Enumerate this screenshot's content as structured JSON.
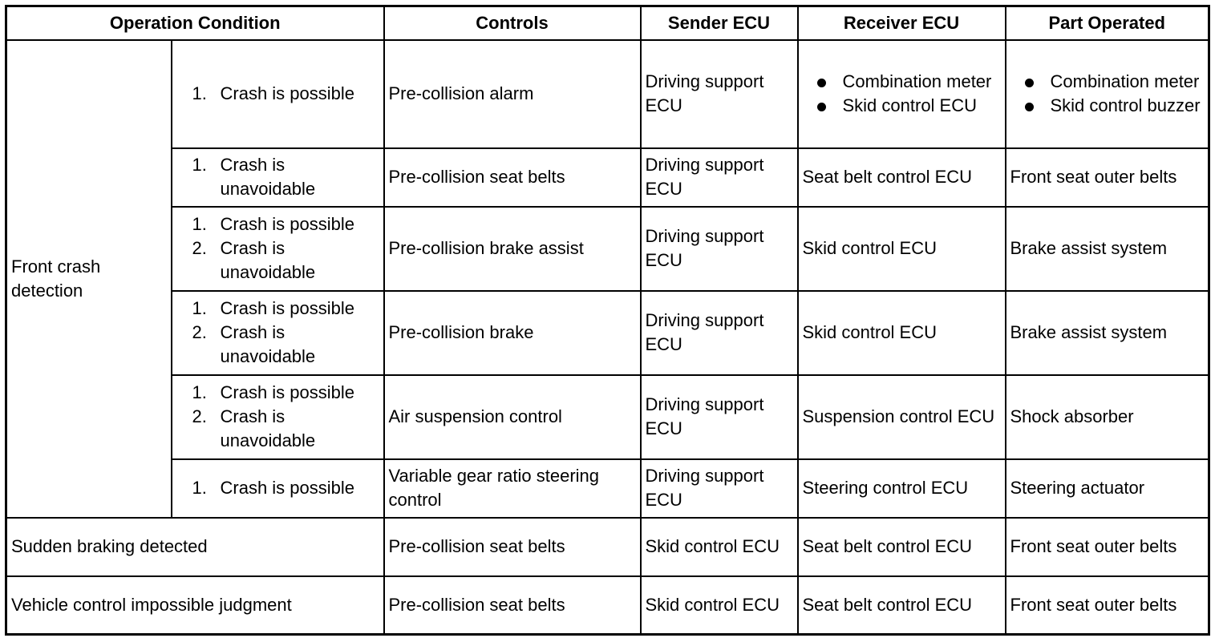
{
  "headers": [
    "Operation Condition",
    "Controls",
    "Sender ECU",
    "Receiver ECU",
    "Part Operated"
  ],
  "front_group": "Front crash detection",
  "rows": [
    {
      "conditions": [
        "Crash is possible"
      ],
      "control": "Pre-collision alarm",
      "sender": "Driving support ECU",
      "receiver": [
        "Combination meter",
        "Skid control ECU"
      ],
      "part": [
        "Combination meter",
        "Skid control buzzer"
      ]
    },
    {
      "conditions": [
        "Crash is unavoidable"
      ],
      "control": "Pre-collision seat belts",
      "sender": "Driving support ECU",
      "receiver": "Seat belt control ECU",
      "part": "Front seat outer belts"
    },
    {
      "conditions": [
        "Crash is possible",
        "Crash is unavoidable"
      ],
      "control": "Pre-collision brake assist",
      "sender": "Driving support ECU",
      "receiver": "Skid control ECU",
      "part": "Brake assist system"
    },
    {
      "conditions": [
        "Crash is possible",
        "Crash is unavoidable"
      ],
      "control": "Pre-collision brake",
      "sender": "Driving support ECU",
      "receiver": "Skid control ECU",
      "part": "Brake assist system"
    },
    {
      "conditions": [
        "Crash is possible",
        "Crash is unavoidable"
      ],
      "control": "Air suspension control",
      "sender": "Driving support ECU",
      "receiver": "Suspension control ECU",
      "part": "Shock absorber"
    },
    {
      "conditions": [
        "Crash is possible"
      ],
      "control": "Variable gear ratio steering control",
      "sender": "Driving support ECU",
      "receiver": "Steering control ECU",
      "part": "Steering actuator"
    }
  ],
  "other_rows": [
    {
      "condition": "Sudden braking detected",
      "control": "Pre-collision seat belts",
      "sender": "Skid control ECU",
      "receiver": "Seat belt control ECU",
      "part": "Front seat outer belts"
    },
    {
      "condition": "Vehicle control impossible judgment",
      "control": "Pre-collision seat belts",
      "sender": "Skid control ECU",
      "receiver": "Seat belt control ECU",
      "part": "Front seat outer belts"
    }
  ]
}
